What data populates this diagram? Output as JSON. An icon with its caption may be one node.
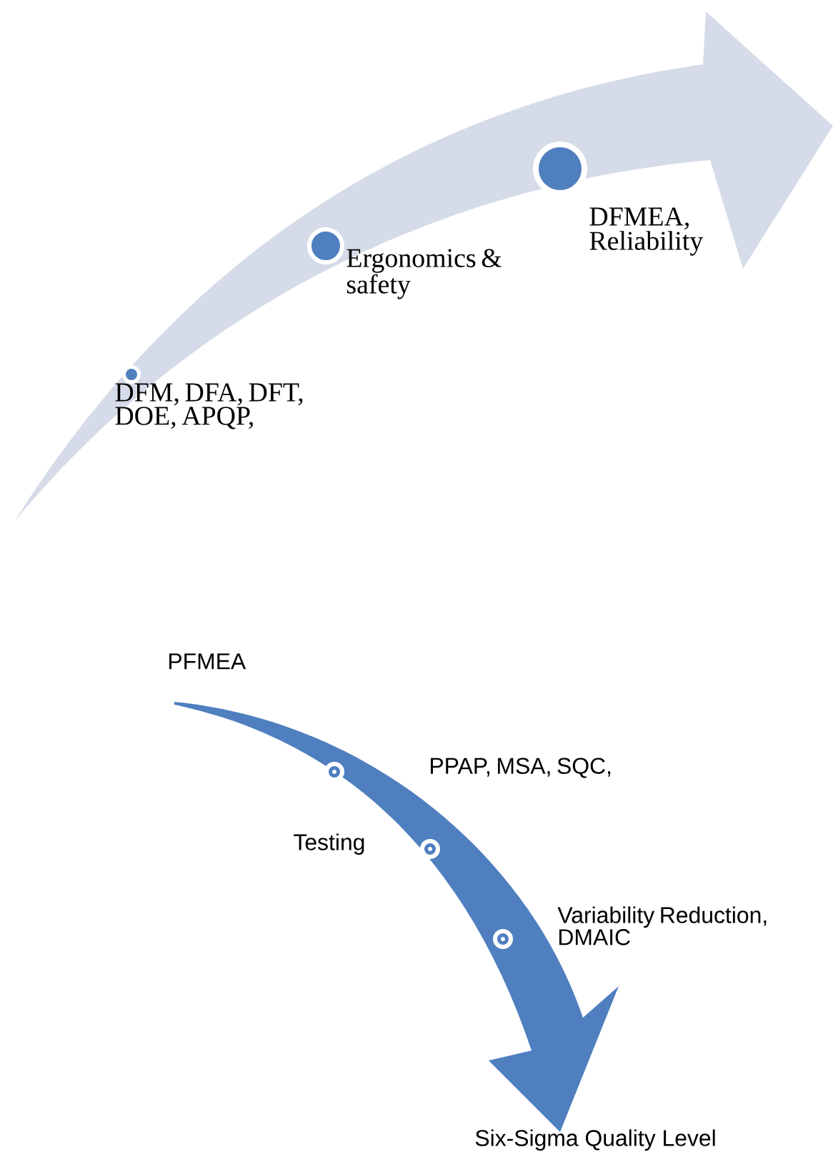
{
  "diagram": {
    "nodes": [
      {
        "text": [],
        "shape": "circle",
        "beside": [
          "DFM, DFA, DFT, DOE, APQP,"
        ]
      },
      {
        "text": [],
        "shape": "circle",
        "beside": [
          "Ergonomics & safety"
        ]
      },
      {
        "text": [],
        "shape": "circle",
        "beside": [
          "DFMEA, Reliability"
        ]
      },
      {
        "text": [],
        "shape": "circle",
        "beside": [
          "PPAP, MSA, SQC,"
        ]
      },
      {
        "text": [],
        "shape": "circle",
        "beside": [
          "Testing"
        ]
      },
      {
        "text": [],
        "shape": "circle",
        "beside": [
          "Variability Reduction, DMAIC"
        ]
      }
    ],
    "labels": [
      "PFMEA",
      "Six-Sigma Quality Level"
    ]
  }
}
